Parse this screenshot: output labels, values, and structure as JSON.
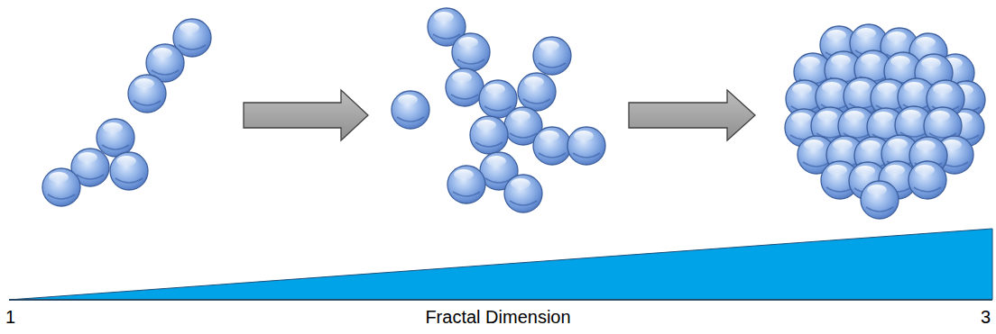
{
  "diagram": {
    "labels": [
      "1",
      "Fractal Dimension",
      "3"
    ]
  }
}
